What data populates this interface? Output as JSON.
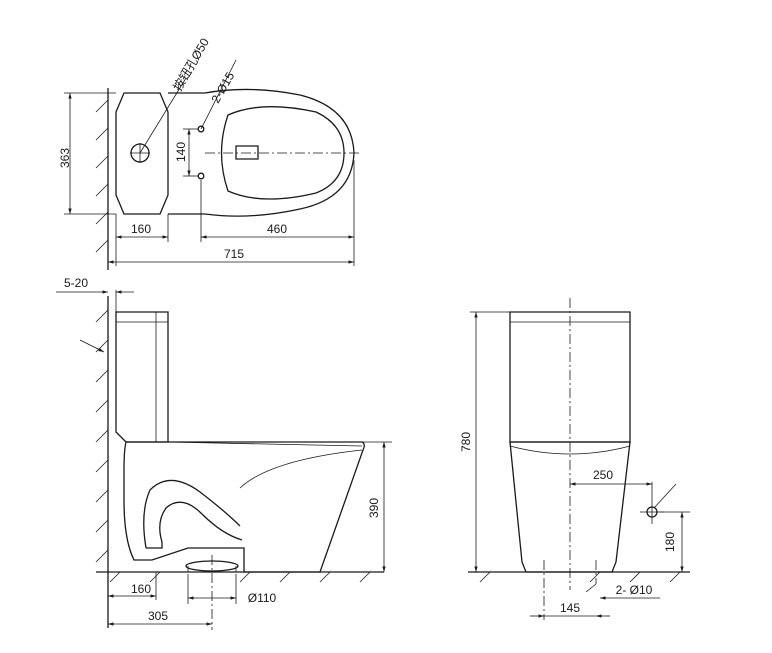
{
  "dimensions": {
    "button_hole": "按钮孔Ø50",
    "mount_holes": "2-Ø15",
    "mount_spacing": "140",
    "depth_top": "363",
    "tank_depth": "160",
    "bowl_length": "460",
    "total_length": "715",
    "wall_gap": "5-20",
    "seat_height": "390",
    "total_height": "780",
    "outlet_from_tank": "160",
    "outlet_from_wall": "305",
    "outlet_diameter": "Ø110",
    "water_inlet_offset": "250",
    "water_inlet_height": "180",
    "fix_spacing": "145",
    "fix_holes": "2- Ø10"
  }
}
